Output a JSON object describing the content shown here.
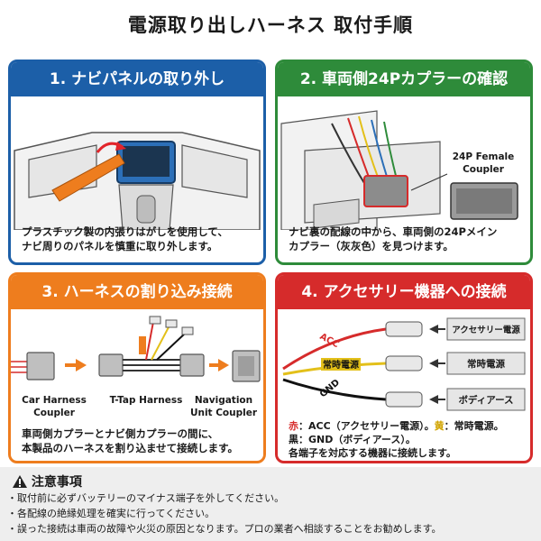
{
  "title": "電源取り出しハーネス 取付手順",
  "steps": [
    {
      "heading": "1. ナビパネルの取り外し",
      "desc1": "プラスチック製の内張りはがしを使用して、",
      "desc2": "ナビ周りのパネルを慎重に取り外します。"
    },
    {
      "heading": "2. 車両側24Pカプラーの確認",
      "coupler_label1": "24P Female",
      "coupler_label2": "Coupler",
      "desc1": "ナビ裏の配線の中から、車両側の24Pメイン",
      "desc2": "カプラー（灰灰色）を見つけます。"
    },
    {
      "heading": "3. ハーネスの割り込み接続",
      "labels": [
        {
          "l1": "Car Harness",
          "l2": "Coupler"
        },
        {
          "l1": "T-Tap Harness",
          "l2": ""
        },
        {
          "l1": "Navigation",
          "l2": "Unit Coupler"
        }
      ],
      "desc1": "車両側カプラーとナビ側カプラーの間に、",
      "desc2": "本製品のハーネスを割り込ませて接続します。"
    },
    {
      "heading": "4. アクセサリー機器への接続",
      "wire_acc": "ACC",
      "wire_const": "常時電源",
      "wire_gnd": "GND",
      "box1": "アクセサリー電源",
      "box2": "常時電源",
      "box3": "ボディアース",
      "desc_red": "赤",
      "desc_a": "：ACC（アクセサリー電源）。",
      "desc_yel": "黄",
      "desc_b": "：常時電源。",
      "desc_black": "黒",
      "desc_c": "：GND（ボディアース）。",
      "desc3": "各端子を対応する機器に接続します。"
    }
  ],
  "notes": {
    "heading": "注意事項",
    "items": [
      "取付前に必ずバッテリーのマイナス端子を外してください。",
      "各配線の絶縁処理を確実に行ってください。",
      "誤った接続は車両の故障や火災の原因となります。プロの業者へ相談することをお勧めします。"
    ]
  },
  "colors": {
    "step1": "#1c5fa8",
    "step2": "#2e8b3a",
    "step3": "#ee7d1e",
    "step4": "#d62b2b"
  }
}
